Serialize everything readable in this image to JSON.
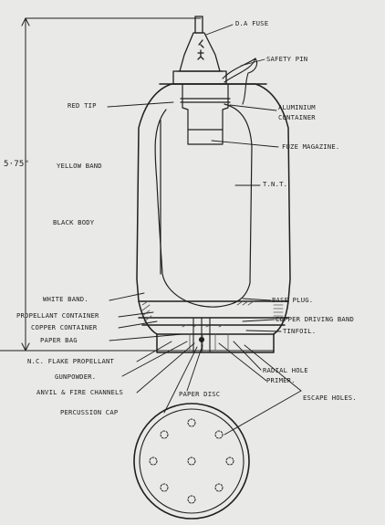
{
  "colors": {
    "paper": "#e9e9e7",
    "ink": "#1f1f1f",
    "hatch": "#555555"
  },
  "diagram": {
    "dimension": "5·75\"",
    "labels": {
      "da_fuse": "D.A FUSE",
      "safety_pin": "SAFETY PIN",
      "red_tip": "RED TIP",
      "aluminium_container": "ALUMINIUM CONTAINER",
      "fuze_magazine": "FUZE MAGAZINE.",
      "yellow_band": "YELLOW BAND",
      "tnt": "T.N.T.",
      "black_body": "BLACK BODY",
      "white_band": "WHITE BAND.",
      "base_plug": "BASE PLUG.",
      "propellant_container": "PROPELLANT CONTAINER",
      "copper_driving_band": "COPPER DRIVING BAND",
      "copper_container": "COPPER CONTAINER",
      "tinfoil": "TINFOIL.",
      "paper_bag": "PAPER BAG",
      "nc_flake_propellant": "N.C. FLAKE PROPELLANT",
      "radial_hole": "RADIAL HOLE",
      "gunpowder": "GUNPOWDER.",
      "primer": "PRIMER.",
      "anvil_fire_channels": "ANVIL & FIRE CHANNELS",
      "paper_disc": "PAPER DISC",
      "escape_holes": "ESCAPE HOLES.",
      "percussion_cap": "PERCUSSION CAP"
    }
  }
}
